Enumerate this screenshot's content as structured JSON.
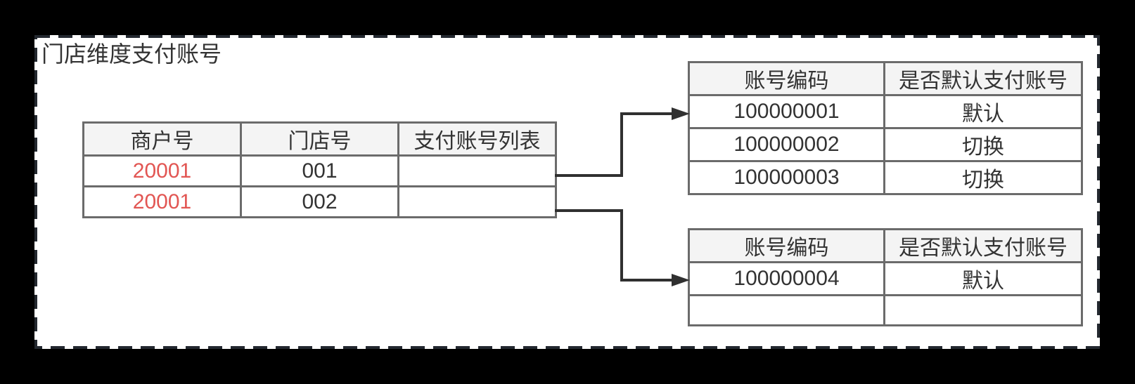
{
  "colors": {
    "canvas_bg": "#000000",
    "panel_bg": "#ffffff",
    "panel_border": "#23282f",
    "table_border": "#6b6b6b",
    "header_bg": "#f4f4f4",
    "text": "#333333",
    "merchant_red": "#e25653",
    "connector": "#303030"
  },
  "title": "门店维度支付账号",
  "left_table": {
    "headers": [
      "商户号",
      "门店号",
      "支付账号列表"
    ],
    "rows": [
      [
        "20001",
        "001",
        ""
      ],
      [
        "20001",
        "002",
        ""
      ]
    ]
  },
  "account_table_top": {
    "headers": [
      "账号编码",
      "是否默认支付账号"
    ],
    "rows": [
      [
        "100000001",
        "默认"
      ],
      [
        "100000002",
        "切换"
      ],
      [
        "100000003",
        "切换"
      ]
    ]
  },
  "account_table_bottom": {
    "headers": [
      "账号编码",
      "是否默认支付账号"
    ],
    "rows": [
      [
        "100000004",
        "默认"
      ],
      [
        "",
        ""
      ]
    ]
  }
}
